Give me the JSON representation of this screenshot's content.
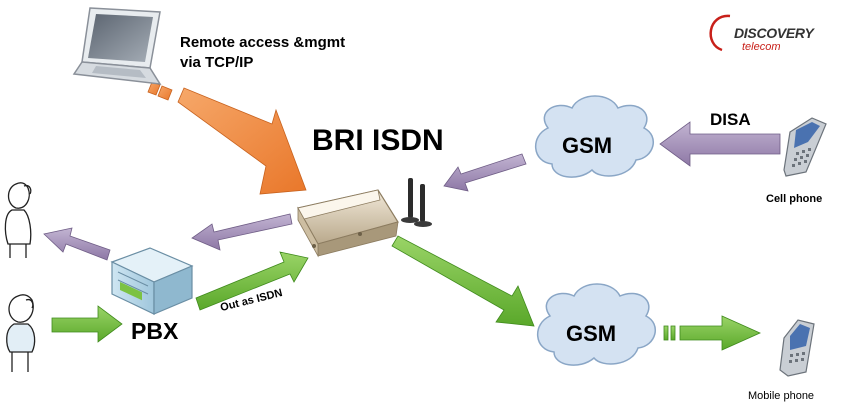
{
  "labels": {
    "remote_line1": "Remote access &mgmt",
    "remote_line2": "via TCP/IP",
    "title": "BRI ISDN",
    "disa": "DISA",
    "cell_phone": "Cell phone",
    "pbx": "PBX",
    "out_as_isdn": "Out as ISDN",
    "mobile_phone": "Mobile phone",
    "gsm_top": "GSM",
    "gsm_bottom": "GSM"
  },
  "logo": {
    "line1": "DISCOVERY",
    "line2": "telecom"
  },
  "colors": {
    "orange_arrow": "#f0883a",
    "green_arrow": "#7cc242",
    "purple_arrow": "#a08cb4",
    "cloud_fill": "#d4e2f2",
    "cloud_stroke": "#8aa6c6",
    "logo_red": "#c8201a"
  },
  "icons": [
    "laptop-icon",
    "gateway-device-icon",
    "pbx-server-icon",
    "cell-phone-icon",
    "mobile-phone-icon",
    "person-on-phone-icon",
    "cloud-icon"
  ]
}
